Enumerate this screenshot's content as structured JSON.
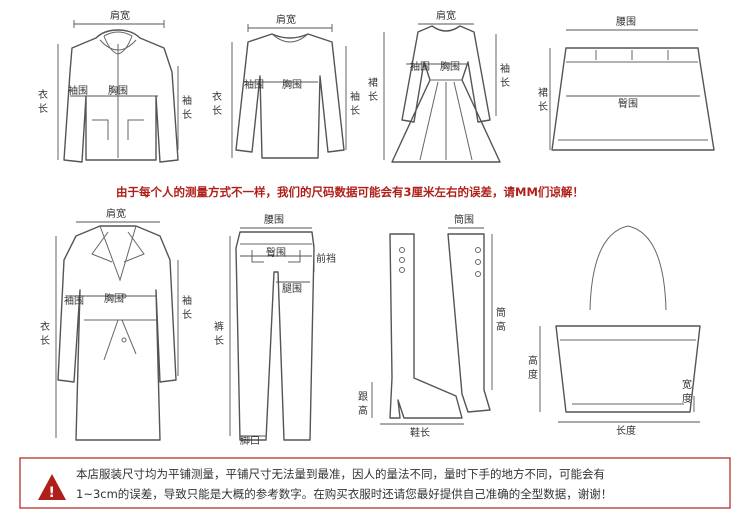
{
  "labels": {
    "shoulder": "肩宽",
    "sleeve_circ": "袖围",
    "chest": "胸围",
    "sleeve_len_v": "袖长",
    "body_len_v": "衣长",
    "skirt_len_v": "裙长",
    "waist": "腰围",
    "hip": "臀围",
    "front_rise_v": "前裆",
    "thigh": "腿围",
    "pants_len_v": "裤长",
    "hem": "脚口",
    "shaft_circ": "筒围",
    "shaft_height_v": "筒高",
    "heel_v": "跟高",
    "shoe_len": "鞋长",
    "height_v": "高度",
    "width_v": "宽度",
    "length": "长度"
  },
  "notice_red": "由于每个人的测量方式不一样，我们的尺码数据可能会有3厘米左右的误差，请MM们谅解！",
  "notice_line1": "本店服装尺寸均为平铺测量，平铺尺寸无法量到最准，因人的量法不同，量时下手的地方不同，可能会有",
  "notice_line2": "1~3cm的误差，导致只能是大概的参考数字。在购买衣服时还请您最好提供自己准确的全型数据，谢谢！",
  "warning_icon": "warning-triangle-icon",
  "accent_red": "#b0201a"
}
